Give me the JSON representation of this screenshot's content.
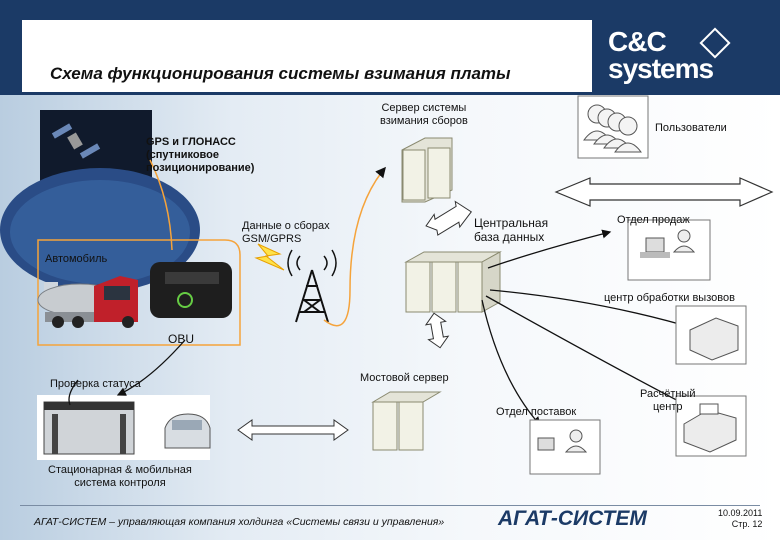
{
  "title": "Схема функционирования системы взимания платы",
  "logo": {
    "line1": "C&C",
    "line2": "systems"
  },
  "labels": {
    "server_title": "Сервер системы\nвзимания сборов",
    "users": "Пользователи",
    "gps": "GPS и ГЛОНАСС\n(спутниковое\nпозиционирование)",
    "data_gsm": "Данные о сборах\nGSM/GPRS",
    "central_db": "Центральная\nбаза данных",
    "sales": "Отдел продаж",
    "car": "Автомобиль",
    "call_center": "центр обработки вызовов",
    "obu": "OBU",
    "status_check": "Проверка статуса",
    "bridge_server": "Мостовой сервер",
    "settlement": "Расчётный\nцентр",
    "supply": "Отдел поставок",
    "control": "Стационарная & мобильная\nсистема контроля"
  },
  "footer": {
    "text": "АГАТ-СИСТЕМ – управляющая компания холдинга «Системы связи и управления»",
    "logo": "АГАТ-СИСТЕМ",
    "date": "10.09.2011",
    "page": "Стр. 12"
  },
  "colors": {
    "navy": "#1b3a66",
    "orange": "#f5a33b",
    "line": "#111111"
  }
}
